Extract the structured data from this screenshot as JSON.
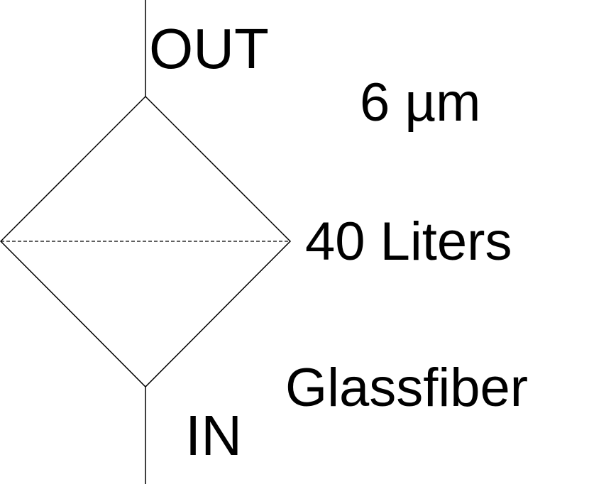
{
  "labels": {
    "outlet": "OUT",
    "inlet": "IN",
    "rating": "6 µm",
    "capacity": "40 Liters",
    "material": "Glassfiber"
  },
  "colors": {
    "stroke": "#000000",
    "text": "#000000",
    "background": "#ffffff"
  }
}
